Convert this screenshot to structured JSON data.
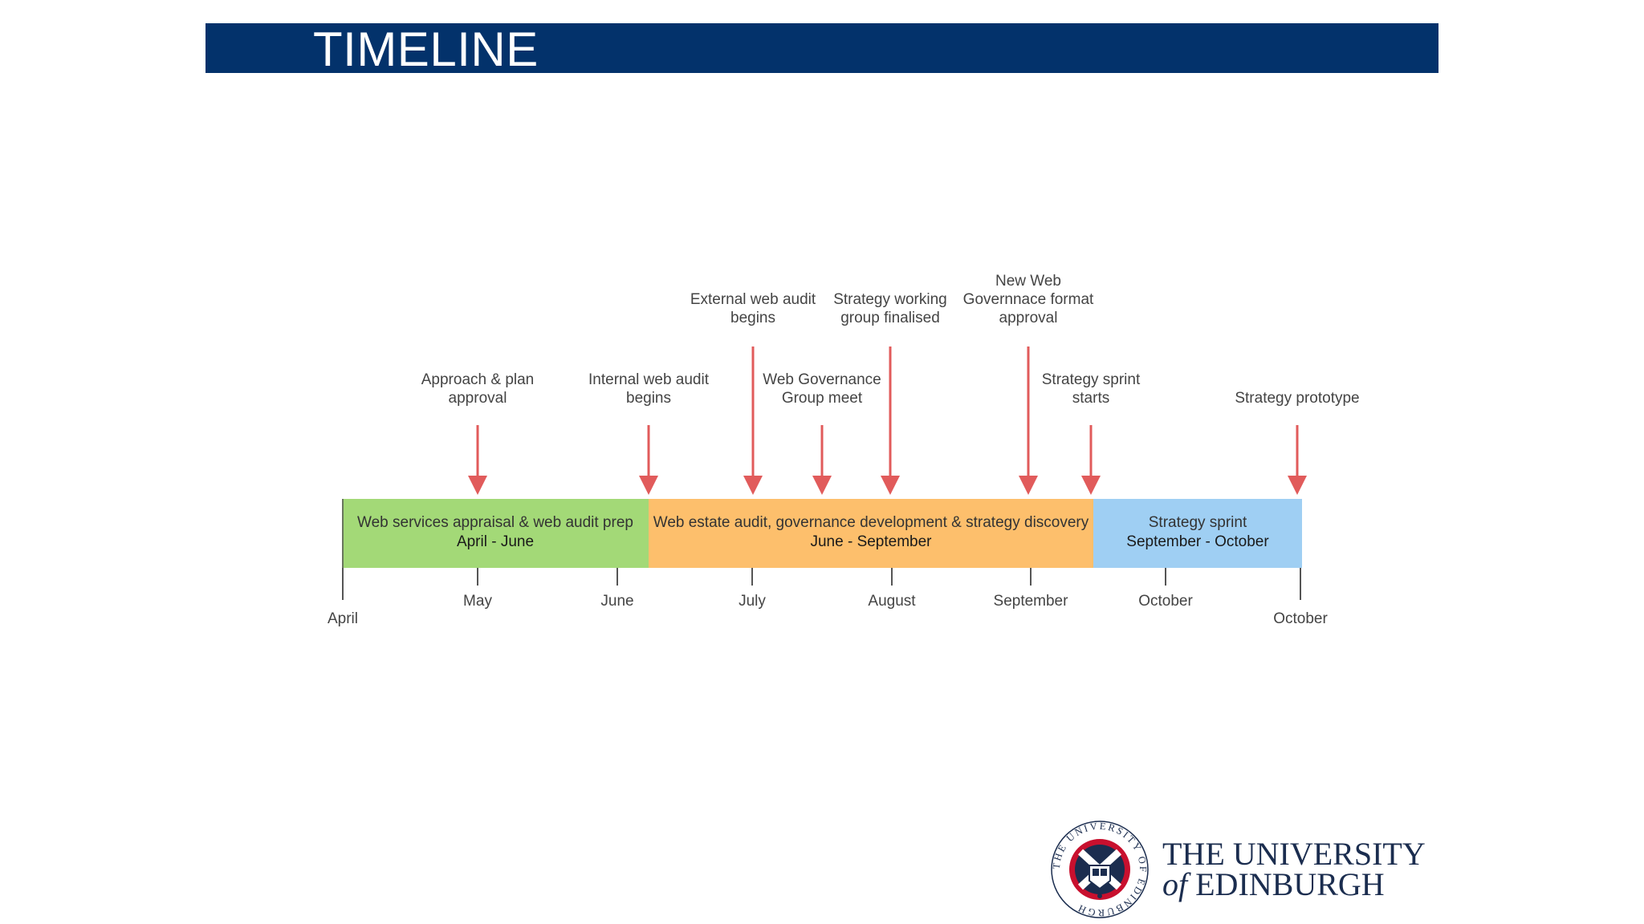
{
  "header": {
    "title": "TIMELINE"
  },
  "segments": [
    {
      "name": "Web services appraisal & web audit prep",
      "period": "April - June",
      "color": "#a3d977"
    },
    {
      "name": "Web estate audit, governance development & strategy discovery",
      "period": "June - September",
      "color": "#fdbf6c"
    },
    {
      "name": "Strategy sprint",
      "period": "September - October",
      "color": "#9fcff3"
    }
  ],
  "milestones": [
    {
      "lines": [
        "Approach & plan",
        "approval"
      ]
    },
    {
      "lines": [
        "Internal web audit",
        "begins"
      ]
    },
    {
      "lines": [
        "External web audit",
        "begins"
      ]
    },
    {
      "lines": [
        "Web Governance",
        "Group meet"
      ]
    },
    {
      "lines": [
        "Strategy working",
        "group finalised"
      ]
    },
    {
      "lines": [
        "New Web",
        "Governnace format",
        "approval"
      ]
    },
    {
      "lines": [
        "Strategy sprint",
        "starts"
      ]
    },
    {
      "lines": [
        "Strategy prototype"
      ]
    }
  ],
  "months": [
    "April",
    "May",
    "June",
    "July",
    "August",
    "September",
    "October",
    "October"
  ],
  "colors": {
    "header": "#03326b",
    "arrow": "#e15b5b",
    "axis": "#555555"
  },
  "logo": {
    "icon": "university-crest-icon",
    "seal_text": "THE UNIVERSITY OF EDINBURGH",
    "line1": "THE UNIVERSITY",
    "line2_of": "of",
    "line2_name": "EDINBURGH"
  }
}
